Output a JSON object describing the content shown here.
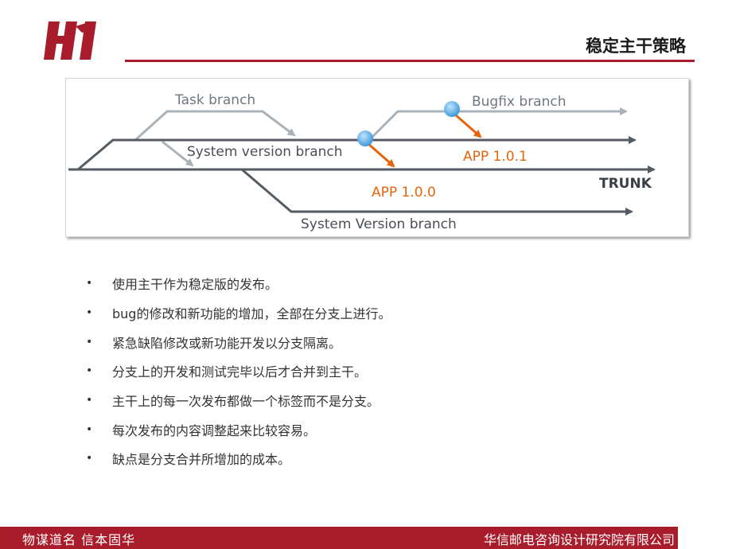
{
  "header": {
    "title": "稳定主干策略",
    "brand_color": "#a81c2c"
  },
  "diagram": {
    "labels": {
      "task_branch": "Task branch",
      "system_version_branch_upper": "System version branch",
      "bugfix_branch": "Bugfix branch",
      "app_101": "APP 1.0.1",
      "app_100": "APP 1.0.0",
      "trunk": "TRUNK",
      "system_version_branch_lower": "System Version branch"
    },
    "colors": {
      "branch_gray": "#aab2b9",
      "trunk_dark": "#555b63",
      "tag_orange": "#e5650d",
      "node_blue": "#55aee6"
    }
  },
  "bullets": [
    "使用主干作为稳定版的发布。",
    "bug的修改和新功能的增加，全部在分支上进行。",
    "紧急缺陷修改或新功能开发以分支隔离。",
    "分支上的开发和测试完毕以后才合并到主干。",
    "主干上的每一次发布都做一个标签而不是分支。",
    "每次发布的内容调整起来比较容易。",
    "缺点是分支合并所增加的成本。"
  ],
  "bullet_marker": "•",
  "footer": {
    "left": "物谋道名  信本固华",
    "right": "华信邮电咨询设计研究院有限公司"
  }
}
